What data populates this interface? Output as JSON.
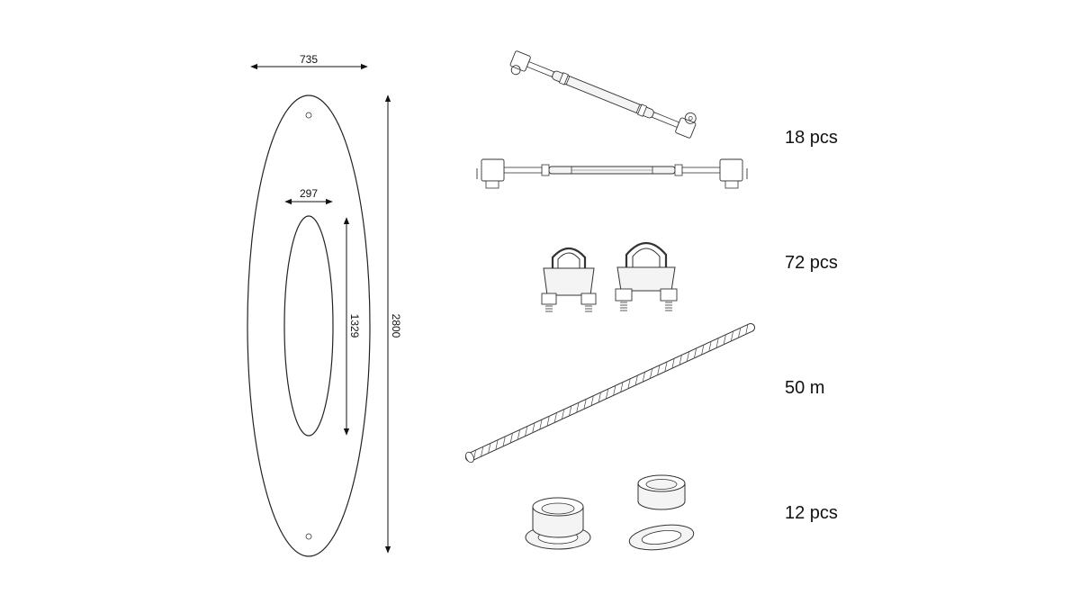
{
  "diagram": {
    "panel": {
      "outer_width": "735",
      "outer_height": "2800",
      "hole_width": "297",
      "hole_height": "1329"
    },
    "parts": [
      {
        "name": "turnbuckle",
        "quantity": "18 pcs"
      },
      {
        "name": "wire-rope-clip",
        "quantity": "72 pcs"
      },
      {
        "name": "wire-rope",
        "quantity": "50 m"
      },
      {
        "name": "grommet",
        "quantity": "12 pcs"
      }
    ]
  }
}
